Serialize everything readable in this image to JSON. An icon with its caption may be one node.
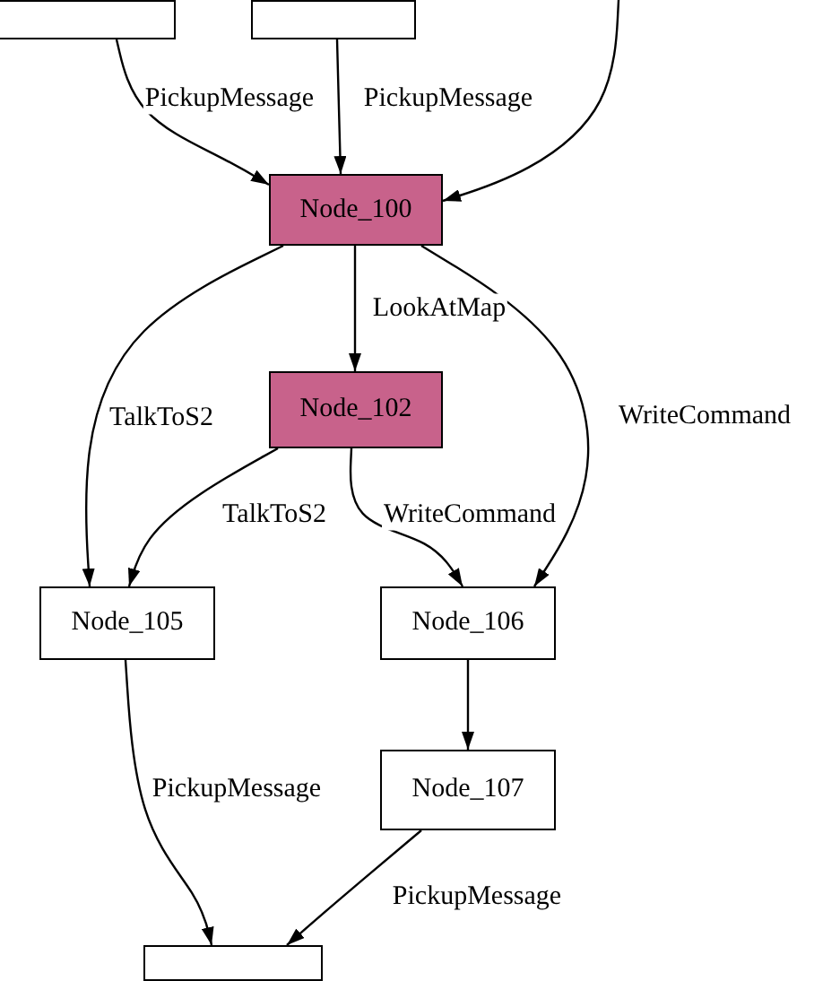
{
  "diagram": {
    "nodes": [
      {
        "text": [],
        "shape": "box"
      },
      {
        "text": [],
        "shape": "box"
      },
      {
        "text": [
          "Node_100"
        ]
      },
      {
        "text": [
          "Node_102"
        ]
      },
      {
        "text": [
          "Node_105"
        ]
      },
      {
        "text": [
          "Node_106"
        ]
      },
      {
        "text": [
          "Node_107"
        ]
      },
      {
        "text": [],
        "shape": "box"
      }
    ],
    "edges": [
      {
        "from": 0,
        "to": 2,
        "arrow": "to",
        "label": "PickupMessage"
      },
      {
        "from": 1,
        "to": 2,
        "arrow": "to",
        "label": "PickupMessage"
      },
      {
        "from": null,
        "to": 2,
        "arrow": "to"
      },
      {
        "from": 2,
        "to": 3,
        "arrow": "to",
        "label": "LookAtMap"
      },
      {
        "from": 2,
        "to": 4,
        "arrow": "to",
        "label": "TalkToS2"
      },
      {
        "from": 2,
        "to": 5,
        "arrow": "to",
        "label": "WriteCommand"
      },
      {
        "from": 3,
        "to": 4,
        "arrow": "to",
        "label": "TalkToS2"
      },
      {
        "from": 3,
        "to": 5,
        "arrow": "to",
        "label": "WriteCommand"
      },
      {
        "from": 4,
        "to": 7,
        "arrow": "to",
        "label": "PickupMessage"
      },
      {
        "from": 5,
        "to": 6,
        "arrow": "to"
      },
      {
        "from": 6,
        "to": 7,
        "arrow": "to",
        "label": "PickupMessage"
      }
    ]
  }
}
